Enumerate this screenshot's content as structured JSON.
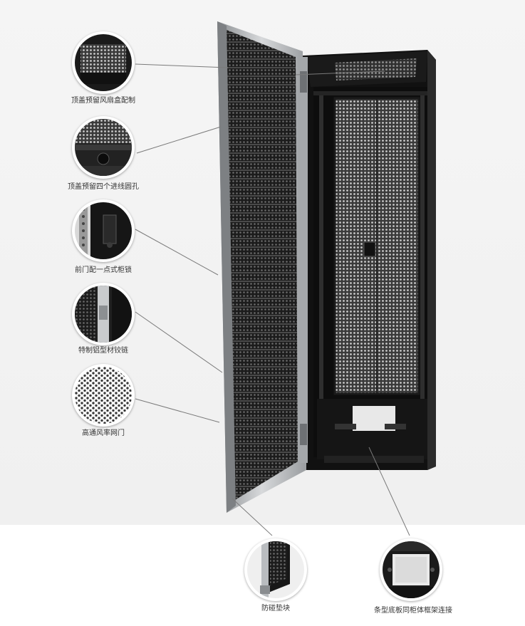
{
  "callouts": [
    {
      "id": "top-fan",
      "label": "顶盖预留风扇盒配制"
    },
    {
      "id": "top-holes",
      "label": "顶盖预留四个进线圆孔"
    },
    {
      "id": "front-lock",
      "label": "前门配一点式柜锁"
    },
    {
      "id": "hinge",
      "label": "特制铝型材铰链"
    },
    {
      "id": "mesh-door",
      "label": "高通风率网门"
    },
    {
      "id": "bumper",
      "label": "防碰垫块"
    },
    {
      "id": "base",
      "label": "条型底板同柜体框架连接"
    }
  ],
  "colors": {
    "cabinet": "#141414",
    "door_frame": "#b9bcbf",
    "mesh": "#2a2a2a",
    "leader_line": "#7a7a7a"
  }
}
